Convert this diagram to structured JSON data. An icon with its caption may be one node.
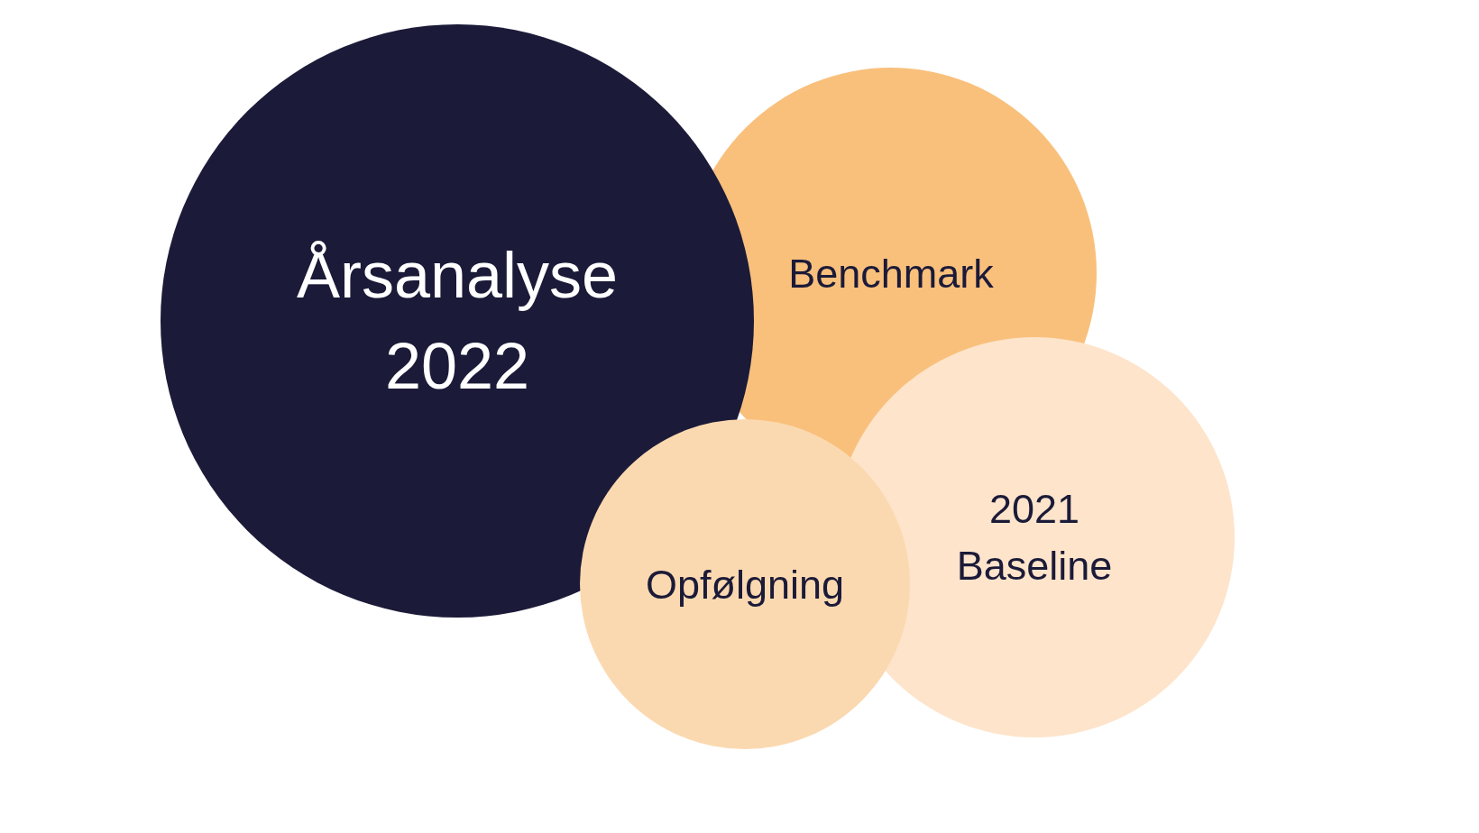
{
  "diagram": {
    "nodes": [
      {
        "text": [
          "Årsanalyse 2022"
        ]
      },
      {
        "text": [
          "Benchmark"
        ]
      },
      {
        "text": [
          "2021 Baseline"
        ]
      },
      {
        "text": [
          "Opfølgning"
        ]
      }
    ]
  }
}
